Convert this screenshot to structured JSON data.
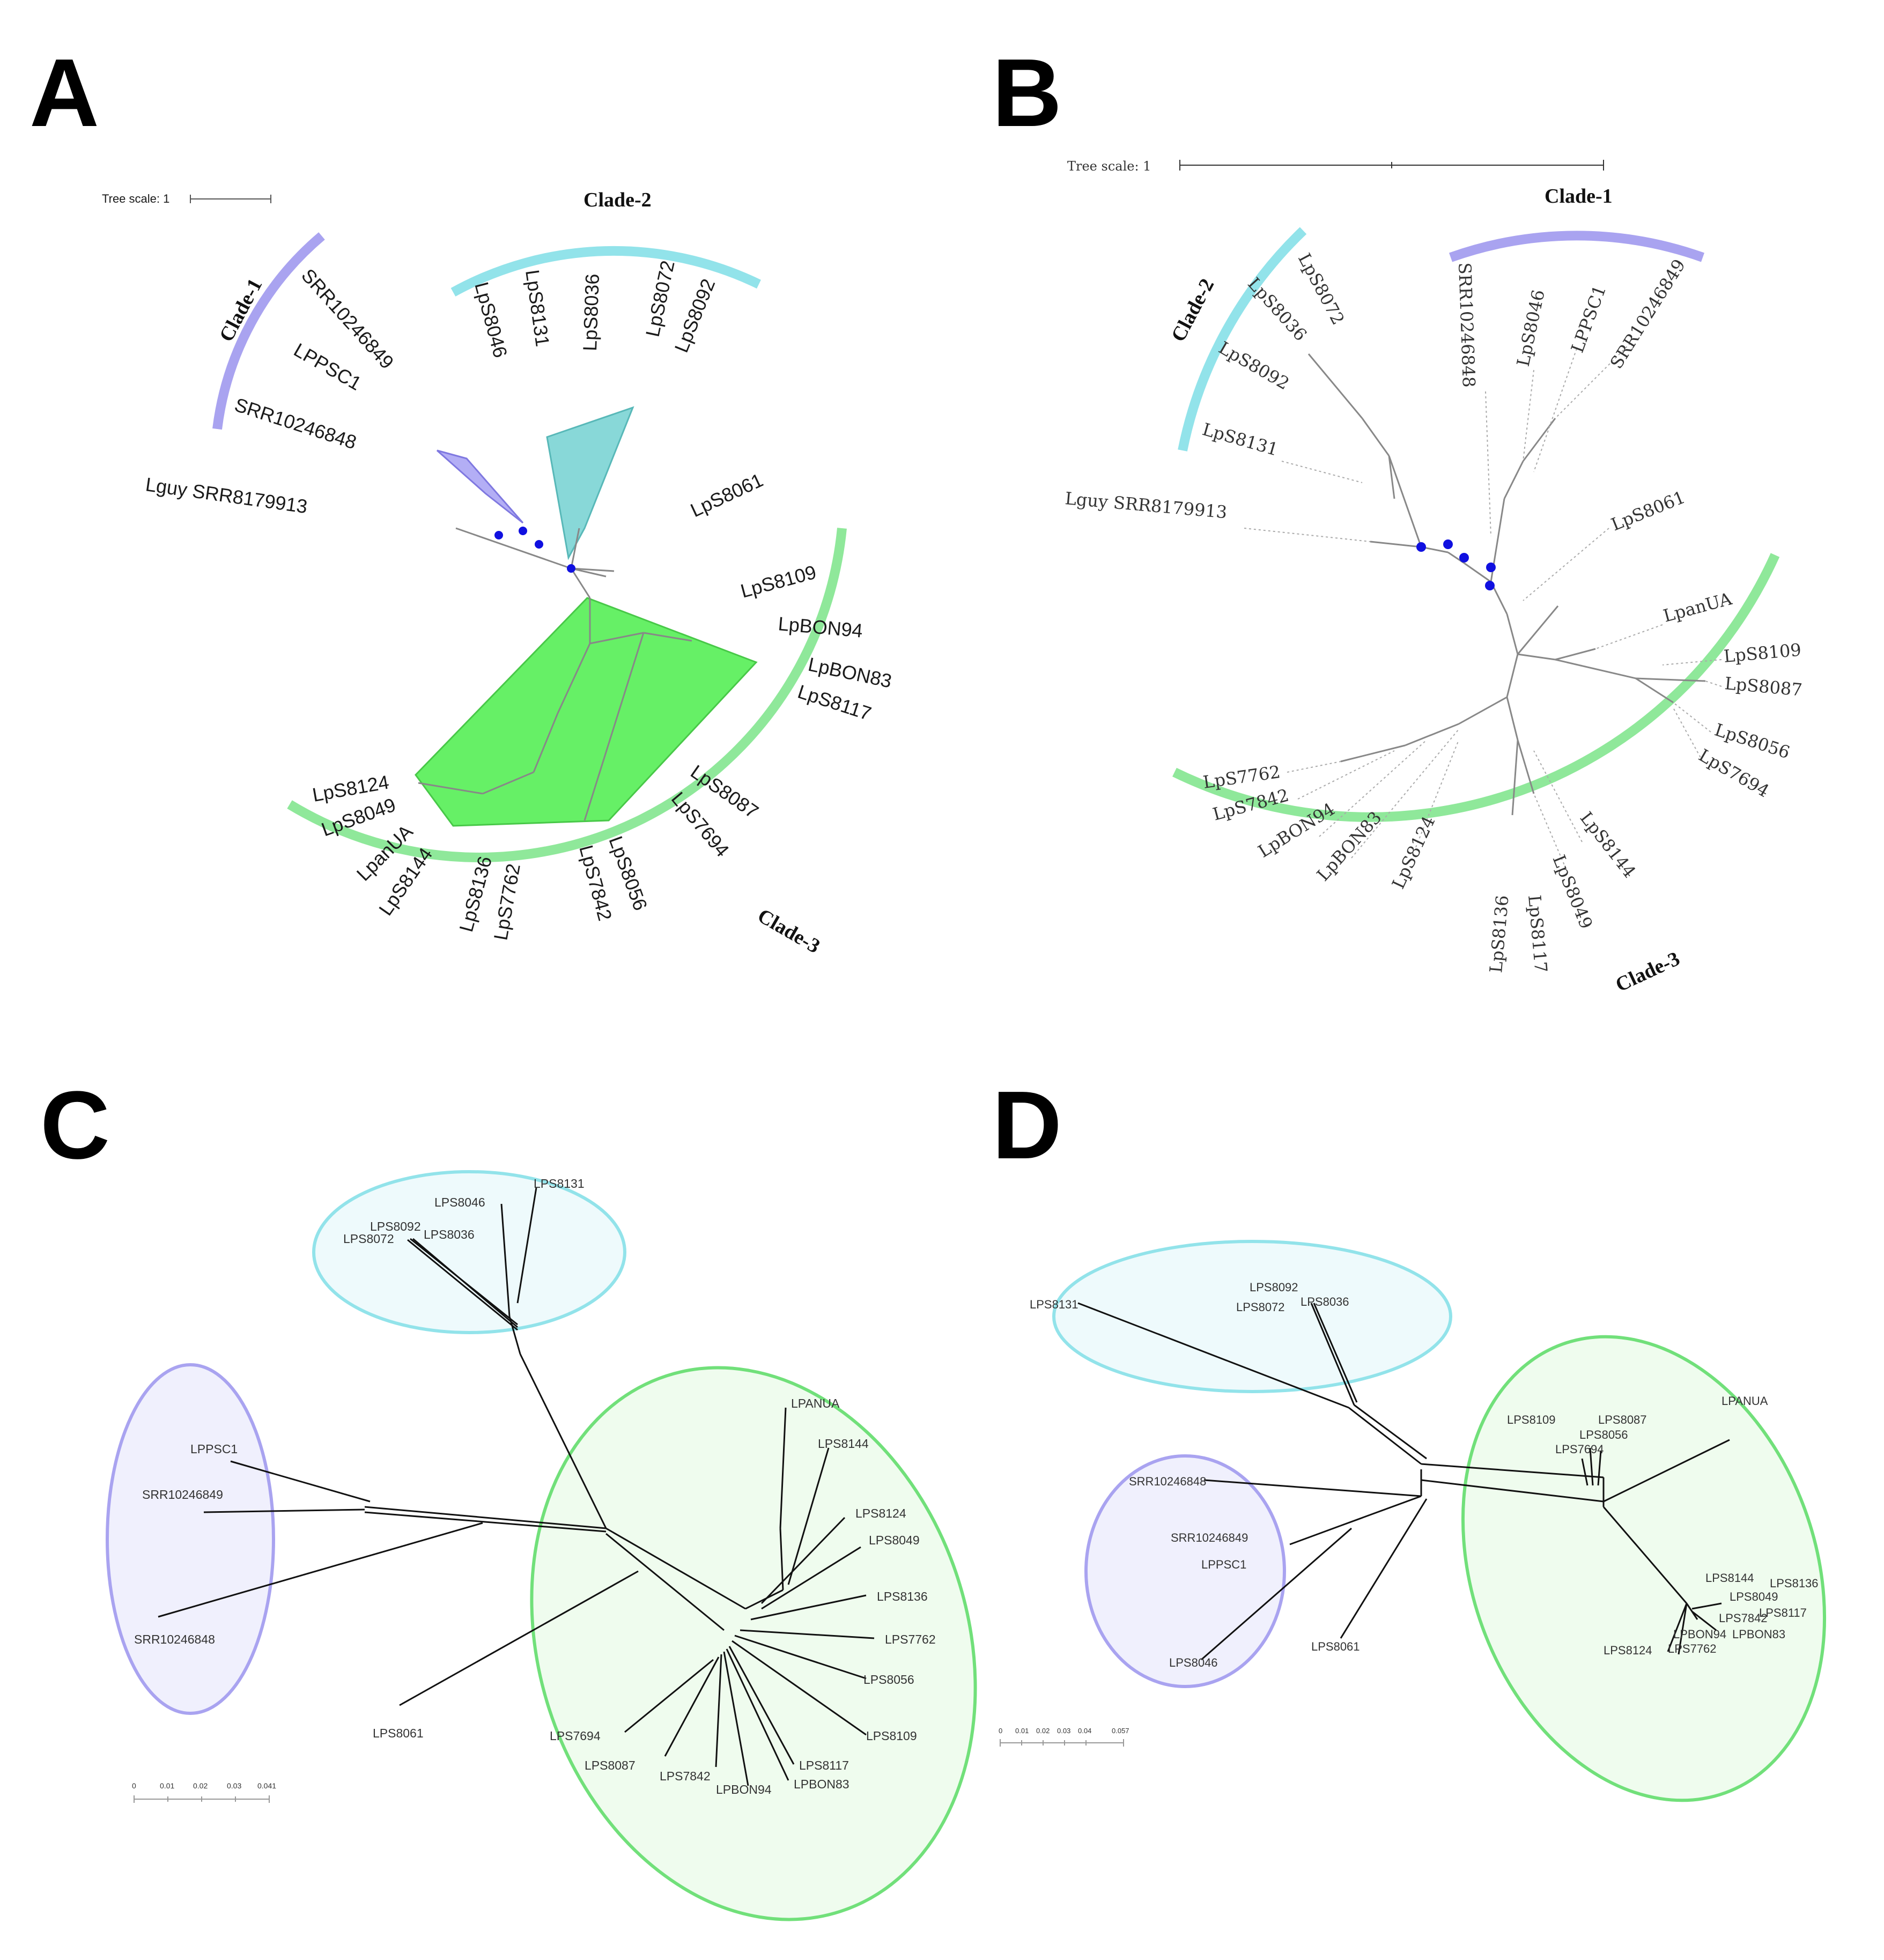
{
  "panels": {
    "A": {
      "letter": "A",
      "scale_text": "Tree scale: 1",
      "clades": [
        "Clade-1",
        "Clade-2",
        "Clade-3"
      ],
      "leaves": [
        "SRR10246849",
        "LPPSC1",
        "SRR10246848",
        "Lguy SRR8179913",
        "LpS8046",
        "LpS8131",
        "LpS8036",
        "LpS8072",
        "LpS8092",
        "LpS8061",
        "LpS8109",
        "LpBON94",
        "LpBON83",
        "LpS8117",
        "LpS8087",
        "LpS7694",
        "LpS8056",
        "LpS7842",
        "LpS7762",
        "LpS8136",
        "LpS8144",
        "LpanUA",
        "LpS8049",
        "LpS8124"
      ]
    },
    "B": {
      "letter": "B",
      "scale_text": "Tree scale: 1",
      "clades": [
        "Clade-1",
        "Clade-2",
        "Clade-3"
      ],
      "leaves": [
        "SRR10246848",
        "LpS8046",
        "LPPSC1",
        "SRR10246849",
        "LpS8072",
        "LpS8036",
        "LpS8092",
        "LpS8131",
        "Lguy SRR8179913",
        "LpS8061",
        "LpanUA",
        "LpS8109",
        "LpS8087",
        "LpS8056",
        "LpS7694",
        "LpS8144",
        "LpS8049",
        "LpS8117",
        "LpS8136",
        "LpS8124",
        "LpBON83",
        "LpBON94",
        "LpS7842",
        "LpS7762"
      ]
    },
    "C": {
      "letter": "C",
      "scale_ticks": [
        "0",
        "0.01",
        "0.02",
        "0.03",
        "0.041"
      ],
      "leaves": [
        "LPS8046",
        "LPS8131",
        "LPS8092",
        "LPS8072",
        "LPS8036",
        "LPPSC1",
        "SRR10246849",
        "SRR10246848",
        "LPS8061",
        "LPANUA",
        "LPS8144",
        "LPS8124",
        "LPS8049",
        "LPS8136",
        "LPS7762",
        "LPS8056",
        "LPS8109",
        "LPS8117",
        "LPBON83",
        "LPBON94",
        "LPS7842",
        "LPS8087",
        "LPS7694"
      ]
    },
    "D": {
      "letter": "D",
      "scale_ticks": [
        "0",
        "0.01",
        "0.02",
        "0.03",
        "0.04",
        "0.057"
      ],
      "leaves": [
        "LPS8131",
        "LPS8092",
        "LPS8072",
        "LPS8036",
        "SRR10246848",
        "SRR10246849",
        "LPPSC1",
        "LPS8046",
        "LPS8061",
        "LPS8109",
        "LPS8087",
        "LPS8056",
        "LPS7694",
        "LPANUA",
        "LPS8144",
        "LPS8136",
        "LPS8049",
        "LPS8117",
        "LPS7842",
        "LPBON94",
        "LPBON83",
        "LPS8124",
        "LPS7762"
      ]
    }
  },
  "colors": {
    "clade1": "#a9a3f0",
    "clade2": "#92e3ea",
    "clade3": "#8fe89a",
    "node_dot": "#1010e0",
    "fill1": "#b3aef5",
    "fill2": "#88d8d8",
    "fill3": "#66f066",
    "ellipse1_fill": "#f0f0fd",
    "ellipse2_fill": "#eefafc",
    "ellipse3_fill": "#effcee"
  }
}
